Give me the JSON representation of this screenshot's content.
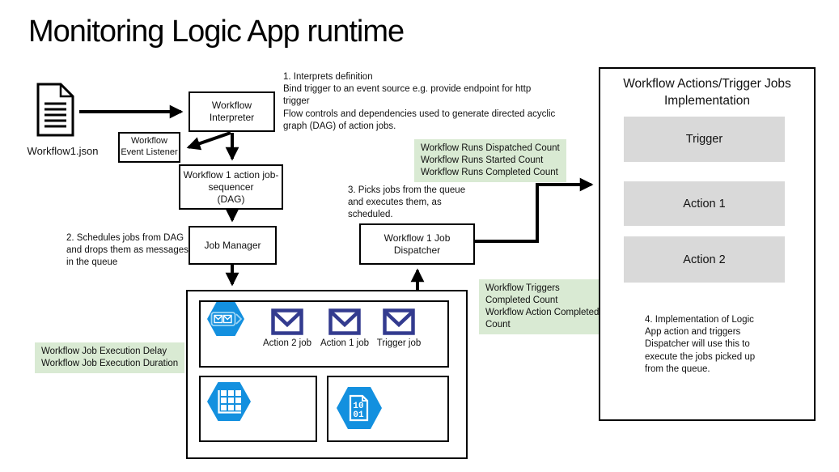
{
  "title": "Monitoring Logic App runtime",
  "file": {
    "label": "Workflow1.json"
  },
  "nodes": {
    "interpreter": "Workflow\nInterpreter",
    "event_listener": "Workflow\nEvent Listener",
    "sequencer": "Workflow 1 action job-\nsequencer\n(DAG)",
    "job_manager": "Job Manager",
    "dispatcher": "Workflow 1 Job\nDispatcher"
  },
  "annotations": {
    "step1": "1. Interprets definition\nBind trigger to an event source e.g. provide endpoint for http\ntrigger\nFlow controls and dependencies used to generate directed acyclic\ngraph (DAG) of action jobs.",
    "step2": "2. Schedules jobs from DAG\nand drops them as messages\nin the queue",
    "step3": "3. Picks jobs from the queue\nand executes them, as\nscheduled.",
    "step4": "4. Implementation of Logic\nApp action and triggers\nDispatcher will use this to\nexecute the jobs picked up\nfrom the queue."
  },
  "metrics": {
    "runs": "Workflow Runs Dispatched Count\nWorkflow Runs Started Count\nWorkflow Runs Completed Count",
    "triggers": "Workflow Triggers\nCompleted Count\nWorkflow Action Completed\nCount",
    "jobs": "Workflow Job Execution Delay\nWorkflow Job Execution Duration"
  },
  "panel": {
    "title": "Workflow Actions/Trigger Jobs\nImplementation",
    "items": [
      {
        "label": "Trigger"
      },
      {
        "label": "Action 1"
      },
      {
        "label": "Action 2"
      }
    ]
  },
  "queue": {
    "jobs": [
      {
        "label": "Action 2 job"
      },
      {
        "label": "Action 1 job"
      },
      {
        "label": "Trigger job"
      }
    ]
  },
  "icons": {
    "document": "workflow-json-document-icon",
    "service_bus_queue": "service-bus-queue-icon",
    "envelope": "message-envelope-icon",
    "table_storage": "table-storage-icon",
    "binary_data": "binary-data-icon"
  },
  "colors": {
    "highlight_green": "#d9ead3",
    "panel_gray": "#d9d9d9",
    "azure_blue": "#1390df",
    "azure_blue_light": "#9fd6f5",
    "envelope_navy": "#333b8f",
    "line_black": "#000000"
  }
}
